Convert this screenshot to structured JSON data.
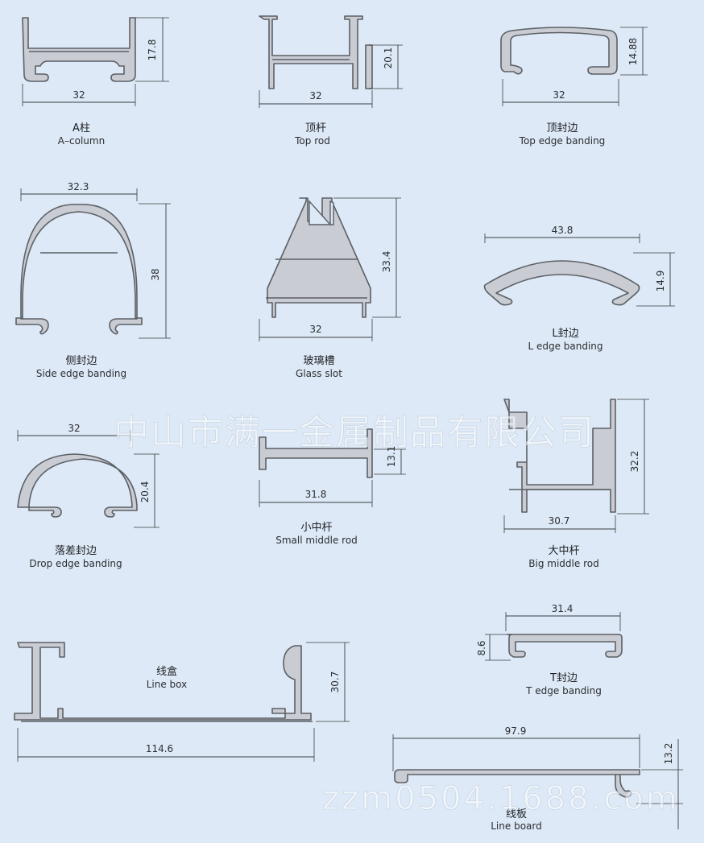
{
  "profiles": [
    {
      "id": "a-column",
      "name_cn": "A柱",
      "name_en": "A–column",
      "dims": [
        "32",
        "17.8"
      ]
    },
    {
      "id": "top-rod",
      "name_cn": "顶杆",
      "name_en": "Top rod",
      "dims": [
        "32",
        "20.1"
      ]
    },
    {
      "id": "top-edge-banding",
      "name_cn": "顶封边",
      "name_en": "Top edge banding",
      "dims": [
        "32",
        "14.88"
      ]
    },
    {
      "id": "side-edge-banding",
      "name_cn": "侧封边",
      "name_en": "Side edge banding",
      "dims": [
        "32.3",
        "38"
      ]
    },
    {
      "id": "glass-slot",
      "name_cn": "玻璃槽",
      "name_en": "Glass slot",
      "dims": [
        "32",
        "33.4"
      ]
    },
    {
      "id": "l-edge-banding",
      "name_cn": "L封边",
      "name_en": "L edge banding",
      "dims": [
        "43.8",
        "14.9"
      ]
    },
    {
      "id": "drop-edge-banding",
      "name_cn": "落差封边",
      "name_en": "Drop edge banding",
      "dims": [
        "32",
        "20.4"
      ]
    },
    {
      "id": "small-middle-rod",
      "name_cn": "小中杆",
      "name_en": "Small middle rod",
      "dims": [
        "31.8",
        "13.1"
      ]
    },
    {
      "id": "big-middle-rod",
      "name_cn": "大中杆",
      "name_en": "Big middle rod",
      "dims": [
        "30.7",
        "32.2"
      ]
    },
    {
      "id": "line-box",
      "name_cn": "线盒",
      "name_en": "Line box",
      "dims": [
        "114.6",
        "30.7"
      ]
    },
    {
      "id": "t-edge-banding",
      "name_cn": "T封边",
      "name_en": "T edge banding",
      "dims": [
        "31.4",
        "8.6"
      ]
    },
    {
      "id": "line-board",
      "name_cn": "线板",
      "name_en": "Line board",
      "dims": [
        "97.9",
        "13.2"
      ]
    }
  ],
  "watermark": {
    "company": "中山市满一金属制品有限公司",
    "site": "zzm0504.1688.com"
  },
  "colors": {
    "background": "#dde9f6",
    "profile_fill": "#c9cdd3",
    "outline": "#5c6066"
  }
}
